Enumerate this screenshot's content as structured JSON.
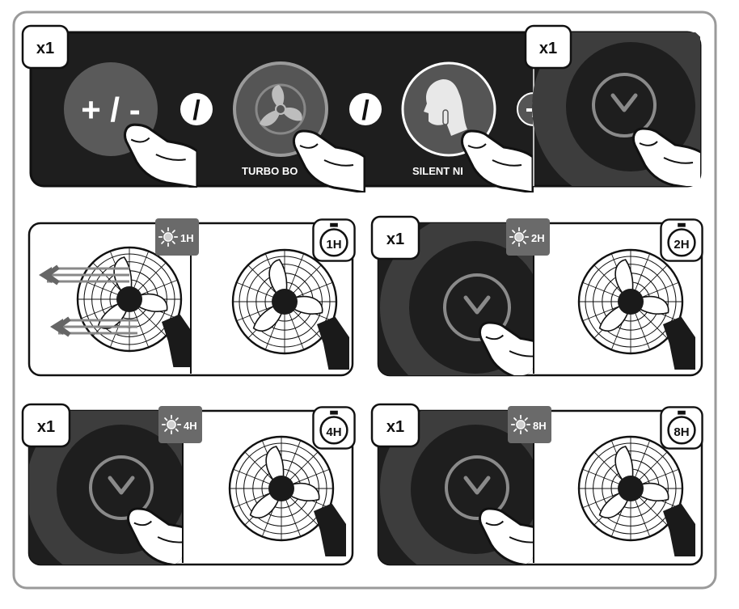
{
  "top_panel": {
    "count_left": "x1",
    "count_right": "x1",
    "speed_label": "+ / -",
    "separator_1": "/",
    "separator_2": "/",
    "plus_sign": "+",
    "turbo_label": "TURBO BO",
    "silent_label": "SILENT NI"
  },
  "steps": [
    {
      "count": "",
      "timer_badge": "1H",
      "timer_label": "1H"
    },
    {
      "count": "x1",
      "timer_badge": "2H",
      "timer_label": "2H"
    },
    {
      "count": "x1",
      "timer_badge": "4H",
      "timer_label": "4H"
    },
    {
      "count": "x1",
      "timer_badge": "8H",
      "timer_label": "8H"
    }
  ],
  "icons": {
    "speed_button": "plus-minus-icon",
    "turbo_button": "fan-turbo-icon",
    "silent_button": "silent-night-face-icon",
    "timer_button": "chevron-down-icon",
    "led_indicator": "sun-led-icon",
    "timer_symbol": "stopwatch-icon",
    "fan": "fan-icon",
    "finger": "pointing-finger-icon",
    "airflow": "airflow-arrows-icon"
  },
  "colors": {
    "panel_dark": "#1e1e1e",
    "ring_gray": "#3d3d3d",
    "button_gray": "#555555",
    "badge_gray": "#6a6a6a",
    "border": "#9a9a9a",
    "white": "#ffffff"
  }
}
